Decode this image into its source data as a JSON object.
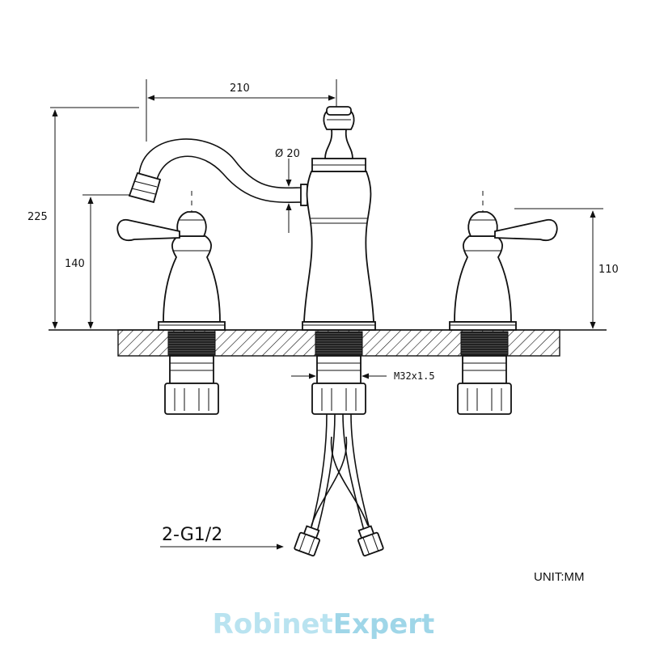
{
  "dimensions": {
    "spout_reach": "210",
    "spout_diameter": "Ø 20",
    "total_height": "225",
    "spout_height": "140",
    "handle_height": "110",
    "thread": "M32x1.5",
    "connection": "2-G1/2"
  },
  "unit_label": "UNIT:MM",
  "watermark": {
    "part1": "Robinet",
    "part2": "Expert"
  }
}
